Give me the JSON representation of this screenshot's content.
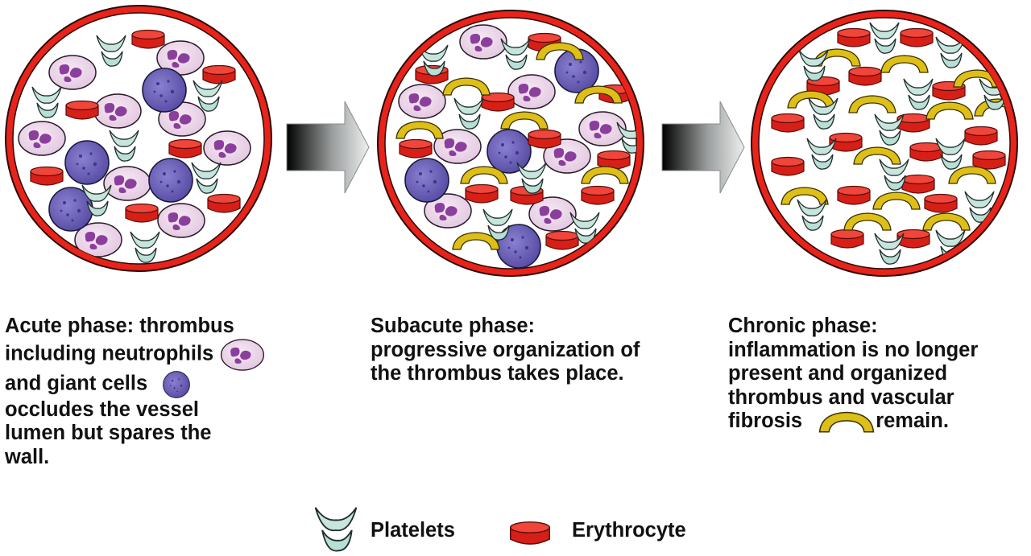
{
  "panels": [
    {
      "phase": "acute",
      "caption_lines": [
        "Acute phase: thrombus",
        "including neutrophils",
        "and giant cells",
        "occludes the vessel",
        "lumen but spares the",
        "wall."
      ]
    },
    {
      "phase": "subacute",
      "caption_lines": [
        "Subacute phase:",
        "progressive organization of",
        "the thrombus takes place."
      ]
    },
    {
      "phase": "chronic",
      "caption_lines": [
        "Chronic phase:",
        "inflammation is no longer",
        "present and organized",
        "thrombus and vascular",
        "fibrosis",
        "remain."
      ]
    }
  ],
  "legend": {
    "platelets_label": "Platelets",
    "erythrocyte_label": "Erythrocyte"
  },
  "colors": {
    "vessel_wall": "#e8231a",
    "lumen": "#ffffff",
    "erythrocyte": "#e0241b",
    "platelet": "#c9e6df",
    "neutrophil_cell": "#eed8ec",
    "neutrophil_nucleus": "#8a3f9b",
    "giant_cell": "#6f64b8",
    "fibrosis": "#e0c21c",
    "arrow_dark": "#000000",
    "arrow_light": "#e9ecec"
  },
  "icons": [
    "platelet-icon",
    "erythrocyte-icon",
    "neutrophil-icon",
    "giant-cell-icon",
    "fibrosis-icon",
    "arrow-icon"
  ]
}
